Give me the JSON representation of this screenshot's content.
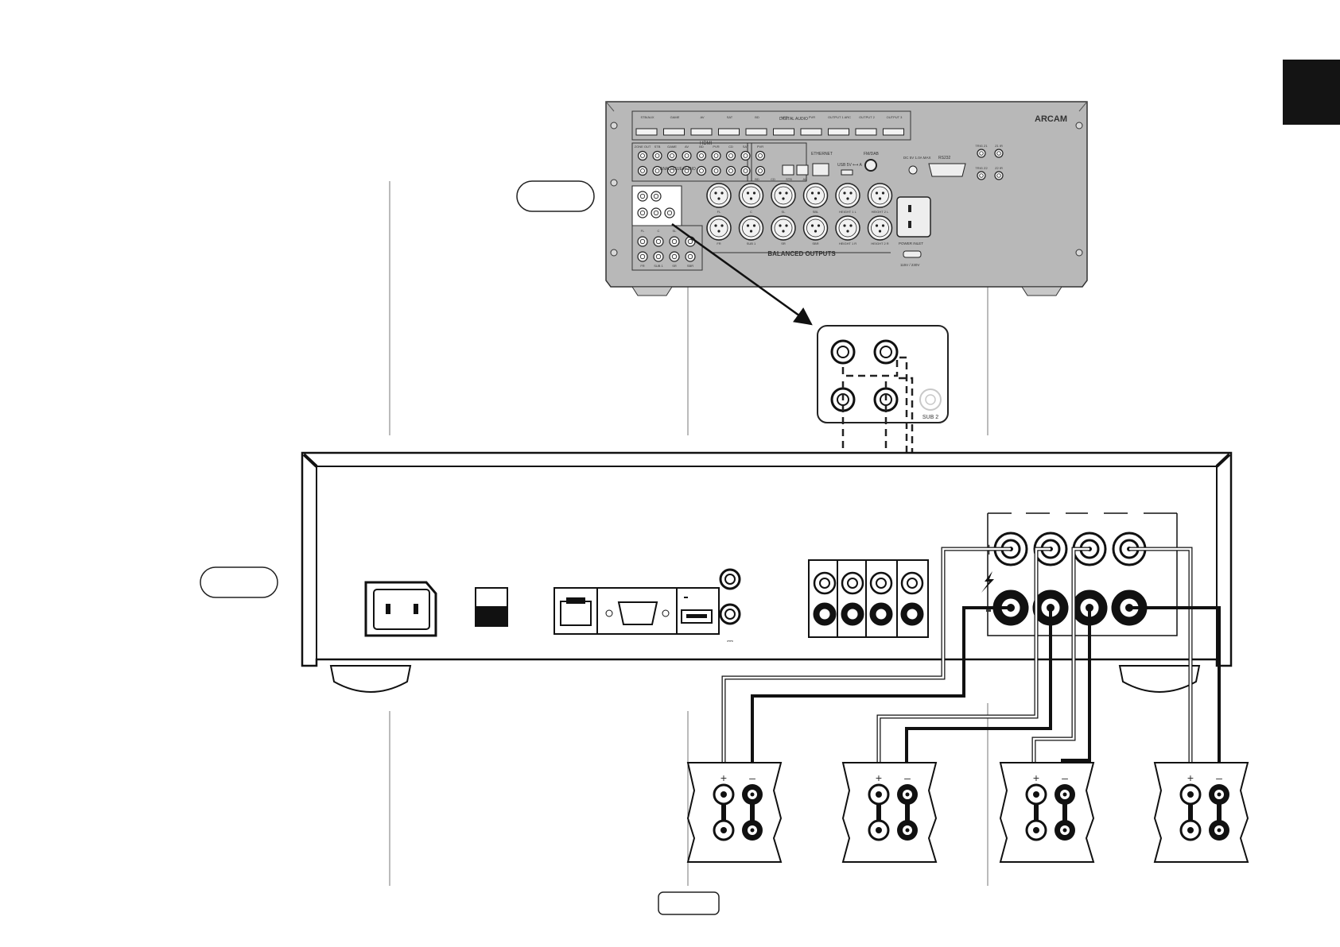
{
  "brand": "ARCAM",
  "avr": {
    "hdmi_labels": [
      "STB/AUX",
      "GAME",
      "AV",
      "SAT",
      "BD",
      "VCR",
      "PVR",
      "OUTPUT 1 ARC",
      "OUTPUT 2",
      "OUTPUT 3"
    ],
    "hdmi_group_label": "HDMI",
    "digital_audio_label": "DIGITAL AUDIO",
    "analogue_audio_label": "ANALOGUE AUDIO",
    "analogue_top_labels": [
      "ZONE OUT",
      "STB",
      "GAME",
      "AV",
      "BD",
      "PVR",
      "CD",
      "SAT",
      "PVR"
    ],
    "analogue_bottom_labels": [
      "BD",
      "CD",
      "STB",
      "AV"
    ],
    "ethernet_label": "ETHERNET",
    "usb_label": "USB 5V ⟷ A",
    "fm_dab_label": "FM/DAB",
    "dc_label": "DC 5V 1.0A MAX",
    "rs232_label": "RS232",
    "trig_labels": [
      "TRIG Z1",
      "Z1 IR",
      "TRIG Z2",
      "Z2 IR"
    ],
    "xlr_top_labels": [
      "FL",
      "C",
      "SL",
      "SBL",
      "HEIGHT 1 L",
      "HEIGHT 2 L"
    ],
    "xlr_bottom_labels": [
      "FR",
      "SUB 1",
      "SR",
      "SBR",
      "HEIGHT 1 R",
      "HEIGHT 2 R"
    ],
    "pre_out_labels": [
      "FL",
      "C",
      "SL"
    ],
    "pre_out_bottom_labels": [
      "FR",
      "SUB 1",
      "SR",
      "SBR"
    ],
    "balanced_outputs_label": "BALANCED OUTPUTS",
    "power_inlet_label": "POWER INLET",
    "voltage_label": "115V / 230V"
  },
  "zoom": {
    "sub2_label": "SUB 2"
  },
  "amp": {
    "plus_sign": "+",
    "minus_sign": "-",
    "dc_symbol": "⎓"
  },
  "speakers": {
    "plus": "+",
    "minus": "–"
  },
  "colors": {
    "line": "#1a1a1a",
    "panel": "#b8b8b8",
    "tab": "#141414"
  }
}
